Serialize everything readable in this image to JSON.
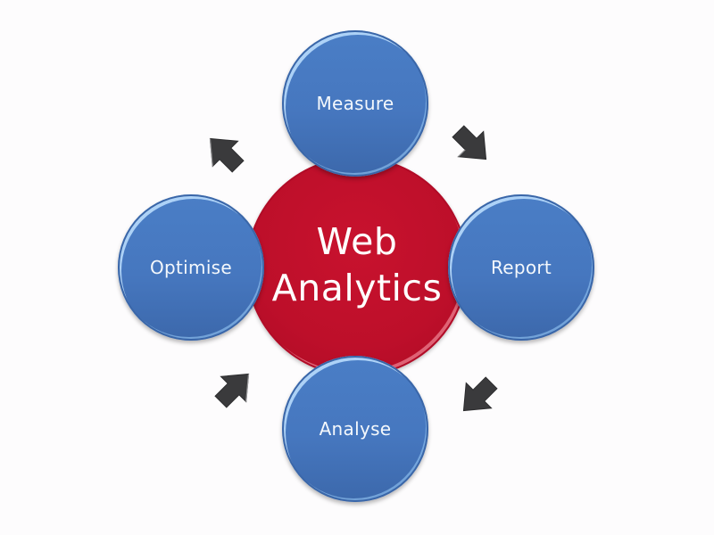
{
  "diagram": {
    "type": "cycle",
    "center": {
      "line1": "Web",
      "line2": "Analytics",
      "color": "#c0102a"
    },
    "nodes": [
      {
        "id": "measure",
        "label": "Measure",
        "position": "top"
      },
      {
        "id": "report",
        "label": "Report",
        "position": "right"
      },
      {
        "id": "analyse",
        "label": "Analyse",
        "position": "bottom"
      },
      {
        "id": "optimise",
        "label": "Optimise",
        "position": "left"
      }
    ],
    "node_color": "#4677bf",
    "arrows": [
      {
        "from": "measure",
        "to": "report",
        "icon": "arrow-down-right-icon"
      },
      {
        "from": "report",
        "to": "analyse",
        "icon": "arrow-down-left-icon"
      },
      {
        "from": "analyse",
        "to": "optimise",
        "icon": "arrow-up-left-icon"
      },
      {
        "from": "optimise",
        "to": "measure",
        "icon": "arrow-up-right-icon"
      }
    ],
    "arrow_color": "#3a3a3c"
  }
}
